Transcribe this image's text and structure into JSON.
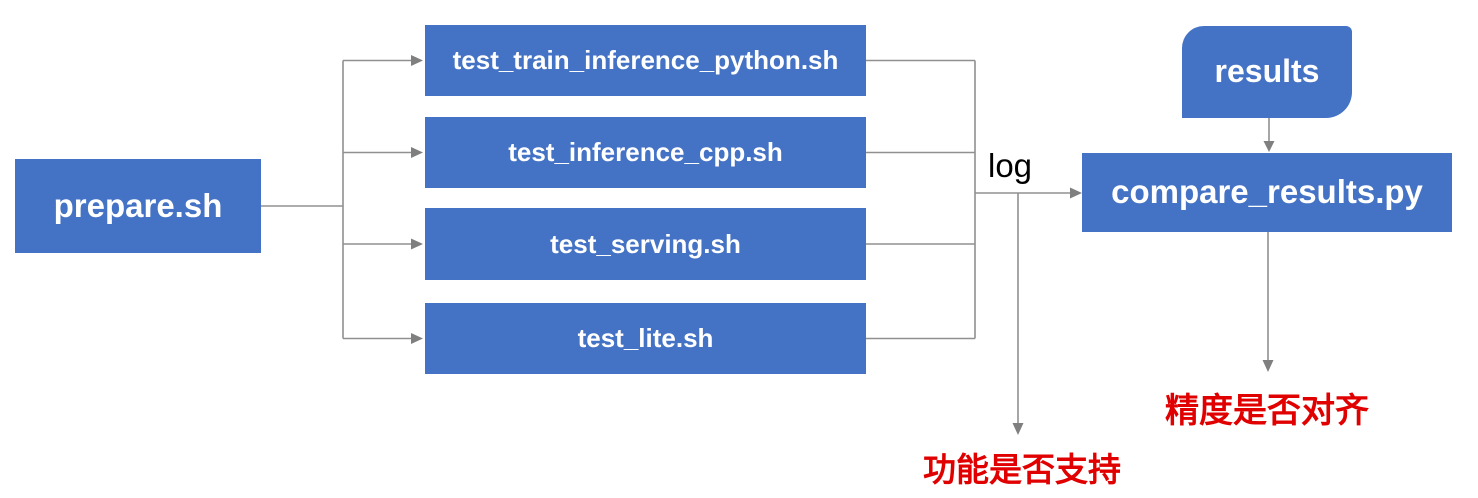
{
  "nodes": {
    "prepare": "prepare.sh",
    "test_train_inference_python": "test_train_inference_python.sh",
    "test_inference_cpp": "test_inference_cpp.sh",
    "test_serving": "test_serving.sh",
    "test_lite": "test_lite.sh",
    "results": "results",
    "compare_results": "compare_results.py"
  },
  "edge_labels": {
    "log": "log"
  },
  "captions": {
    "function_support": "功能是否支持",
    "precision_alignment": "精度是否对齐"
  },
  "colors": {
    "background": "#ffffff",
    "node_fill": "#4472C4",
    "node_text": "#ffffff",
    "connector": "#909090",
    "arrowhead": "#7f7f7f",
    "edge_label_text": "#000000",
    "caption_text": "#e00000"
  }
}
